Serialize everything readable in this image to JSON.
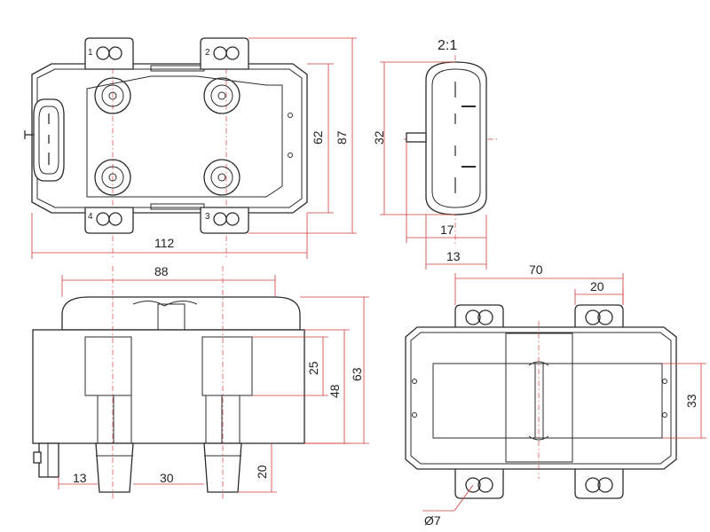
{
  "drawing": {
    "scale_label": "2:1",
    "accent_color": "#d23a3a",
    "line_color": "#2b2b2b"
  },
  "top_view": {
    "pin_labels": [
      "1",
      "2",
      "3",
      "4"
    ],
    "dim_overall_width": "112",
    "dim_inner_height": "62",
    "dim_overall_height": "87"
  },
  "connector_detail": {
    "dim_height": "32",
    "dim_width": "17",
    "dim_inner_width": "13"
  },
  "front_view": {
    "dim_span": "88",
    "dim_h25": "25",
    "dim_h48": "48",
    "dim_h63": "63",
    "dim_h20": "20",
    "dim_w13": "13",
    "dim_w30": "30"
  },
  "bottom_view": {
    "dim_hole_spacing": "70",
    "dim_offset": "20",
    "dim_height": "33",
    "dim_hole_diameter": "Ø7"
  }
}
